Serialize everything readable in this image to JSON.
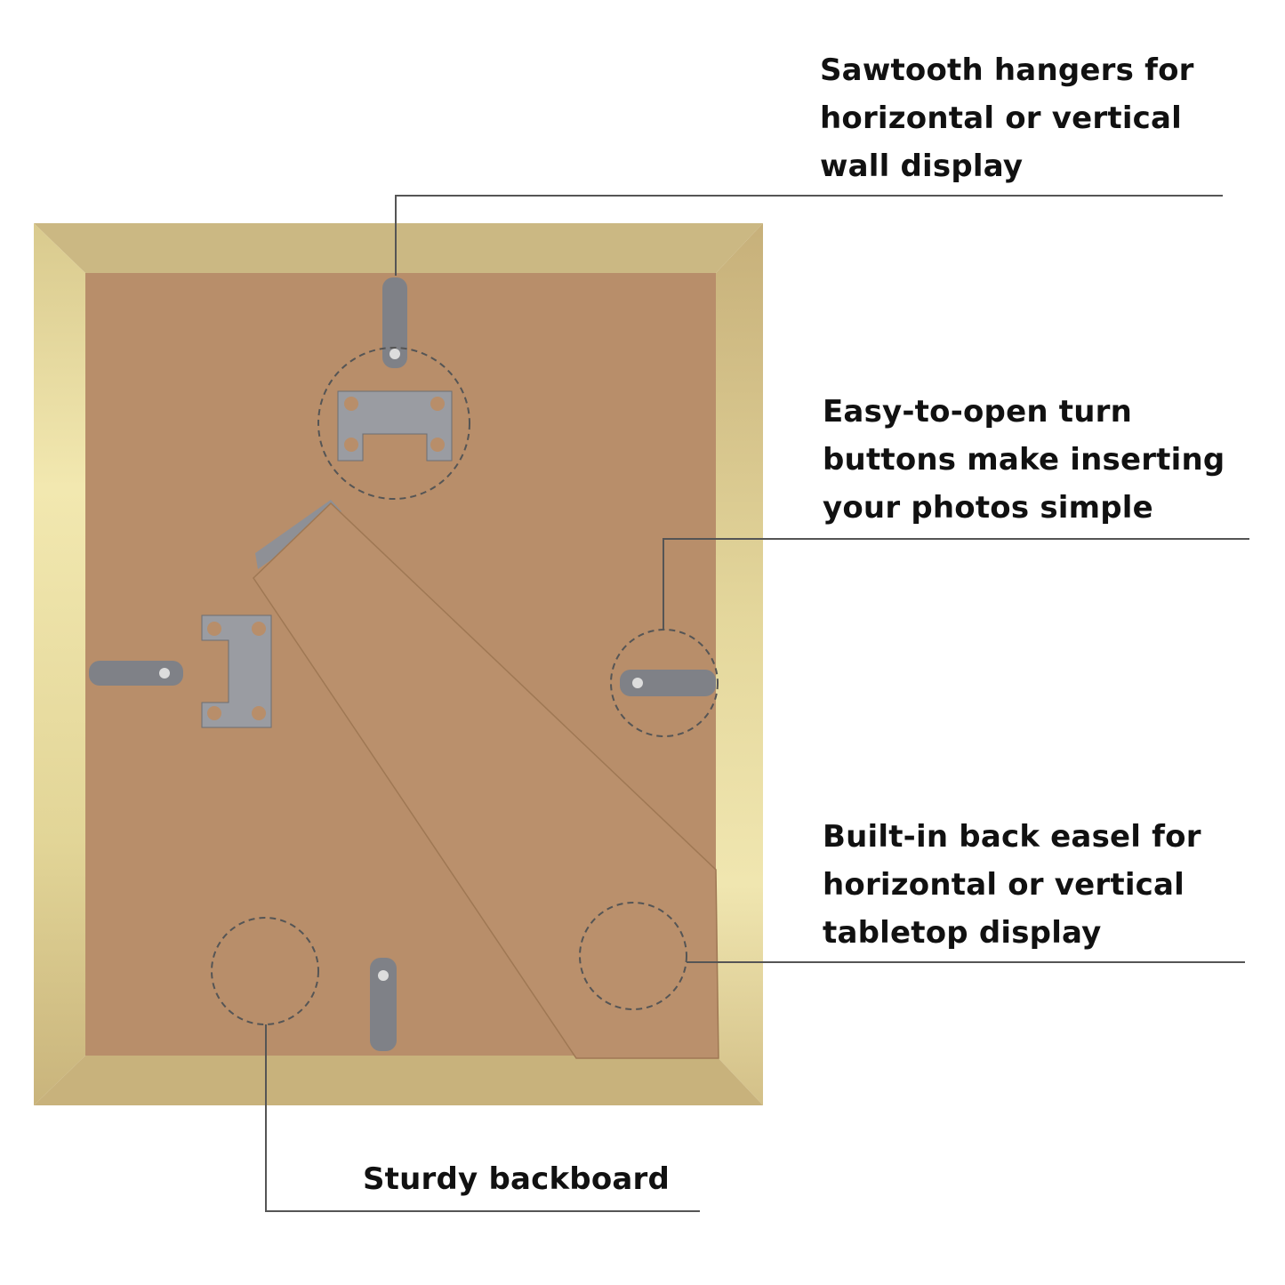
{
  "callouts": {
    "hangers": [
      "Sawtooth hangers for",
      "horizontal or vertical",
      "wall display"
    ],
    "turn_buttons": [
      "Easy-to-open turn",
      "buttons make inserting",
      "your photos simple"
    ],
    "easel": [
      "Built-in back easel for",
      "horizontal or vertical",
      "tabletop display"
    ],
    "backboard": [
      "Sturdy backboard"
    ]
  },
  "colors": {
    "frame_light": "#ece1a4",
    "frame_dark": "#c5b07a",
    "backboard": "#b88e6a",
    "metal": "#8e9096",
    "leader_line": "#555555"
  }
}
